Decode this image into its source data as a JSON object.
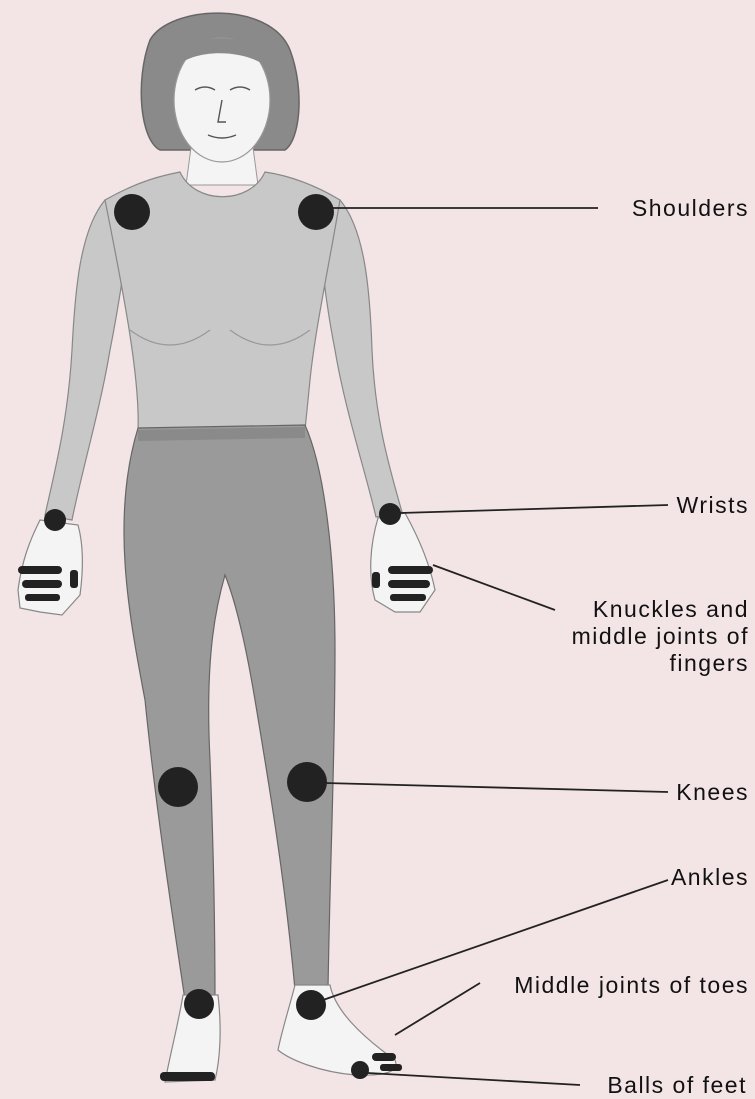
{
  "colors": {
    "background": "#f3e4e6",
    "shirt": "#c8c8c8",
    "leggings": "#9a9a9a",
    "skin": "#f4f4f4",
    "hair": "#8a8a8a",
    "joint_marker": "#222222",
    "leader_line": "#222222"
  },
  "labels": {
    "shoulders": "Shoulders",
    "wrists": "Wrists",
    "knuckles_line1": "Knuckles and",
    "knuckles_line2": "middle joints of",
    "knuckles_line3": "fingers",
    "knees": "Knees",
    "ankles": "Ankles",
    "toes": "Middle joints of toes",
    "balls": "Balls of feet"
  }
}
